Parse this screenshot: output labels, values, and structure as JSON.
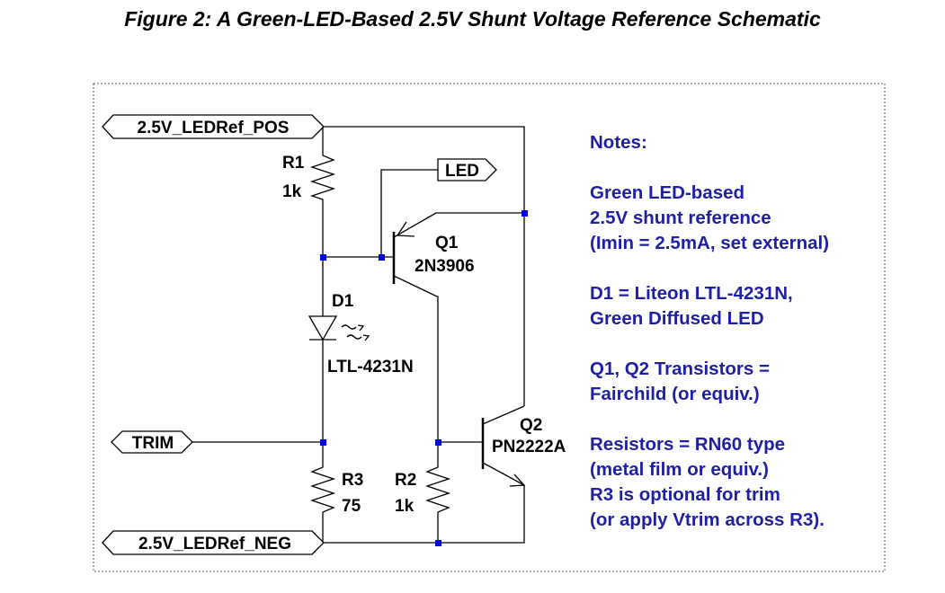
{
  "figure": {
    "title": "Figure 2: A Green-LED-Based 2.5V Shunt Voltage Reference Schematic"
  },
  "ports": {
    "pos": "2.5V_LEDRef_POS",
    "led": "LED",
    "trim": "TRIM",
    "neg": "2.5V_LEDRef_NEG"
  },
  "components": {
    "r1": {
      "ref": "R1",
      "value": "1k"
    },
    "r2": {
      "ref": "R2",
      "value": "1k"
    },
    "r3": {
      "ref": "R3",
      "value": "75"
    },
    "d1": {
      "ref": "D1",
      "part": "LTL-4231N"
    },
    "q1": {
      "ref": "Q1",
      "part": "2N3906"
    },
    "q2": {
      "ref": "Q2",
      "part": "PN2222A"
    }
  },
  "notes": {
    "heading": "Notes:",
    "lines": [
      "Green LED-based",
      "2.5V shunt reference",
      "(Imin = 2.5mA, set external)",
      "D1 = Liteon LTL-4231N,",
      "Green Diffused LED",
      "Q1, Q2 Transistors =",
      "Fairchild (or equiv.)",
      "Resistors = RN60 type",
      "(metal film or equiv.)",
      "R3 is optional for trim",
      "(or apply Vtrim across R3)."
    ]
  },
  "colors": {
    "notes_text": "#1f1fa6",
    "junction": "#0000e6",
    "wire": "#000000",
    "border": "#555555"
  }
}
